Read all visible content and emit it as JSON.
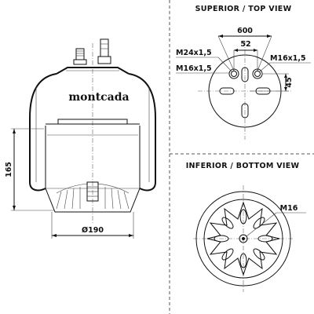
{
  "brand": "montcada",
  "top_view": {
    "title": "SUPERIOR / TOP VIEW",
    "dim_600": "600",
    "dim_52": "52",
    "dim_45": "45",
    "thread_m24": "M24x1,5",
    "thread_m16_left": "M16x1,5",
    "thread_m16_right": "M16x1,5"
  },
  "bottom_view": {
    "title": "INFERIOR / BOTTOM VIEW",
    "thread_m16": "M16"
  },
  "side_view": {
    "height": "165",
    "diameter": "Ø190"
  }
}
